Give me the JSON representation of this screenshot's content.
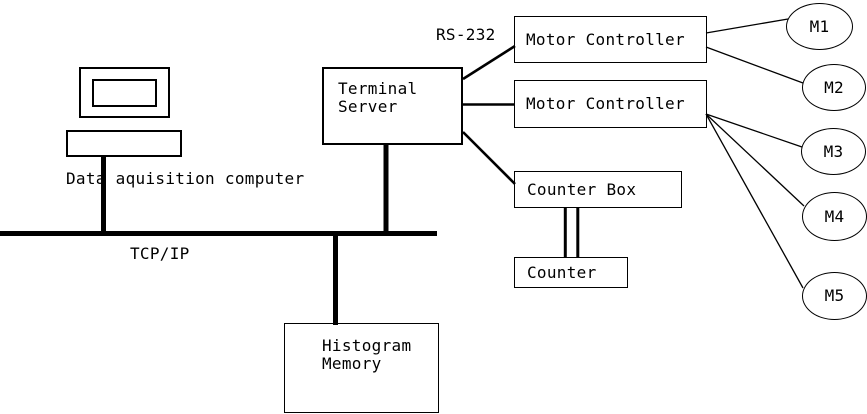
{
  "diagram": {
    "background_color": "#ffffff",
    "stroke_color": "#000000",
    "nodes": {
      "data_acquisition_computer": {
        "label": "Data aquisition computer"
      },
      "terminal_server": {
        "label": "Terminal\nServer"
      },
      "motor_controller_1": {
        "label": "Motor Controller"
      },
      "motor_controller_2": {
        "label": "Motor Controller"
      },
      "counter_box": {
        "label": "Counter Box"
      },
      "counter": {
        "label": "Counter"
      },
      "histogram_memory": {
        "label": "Histogram\nMemory"
      },
      "motors": [
        {
          "label": "M1"
        },
        {
          "label": "M2"
        },
        {
          "label": "M3"
        },
        {
          "label": "M4"
        },
        {
          "label": "M5"
        }
      ]
    },
    "bus_label": "TCP/IP",
    "serial_link_label": "RS-232",
    "connections": [
      {
        "from": "data_acquisition_computer",
        "to": "tcp_ip_bus",
        "style": "thick"
      },
      {
        "from": "terminal_server",
        "to": "tcp_ip_bus",
        "style": "thick"
      },
      {
        "from": "histogram_memory",
        "to": "tcp_ip_bus",
        "style": "thick"
      },
      {
        "from": "terminal_server",
        "to": "motor_controller_1",
        "label": "RS-232"
      },
      {
        "from": "terminal_server",
        "to": "motor_controller_2"
      },
      {
        "from": "terminal_server",
        "to": "counter_box"
      },
      {
        "from": "counter_box",
        "to": "counter",
        "style": "double"
      },
      {
        "from": "motor_controller_1",
        "to": "M1"
      },
      {
        "from": "motor_controller_1",
        "to": "M2"
      },
      {
        "from": "motor_controller_2",
        "to": "M3"
      },
      {
        "from": "motor_controller_2",
        "to": "M4"
      },
      {
        "from": "motor_controller_2",
        "to": "M5"
      }
    ]
  }
}
